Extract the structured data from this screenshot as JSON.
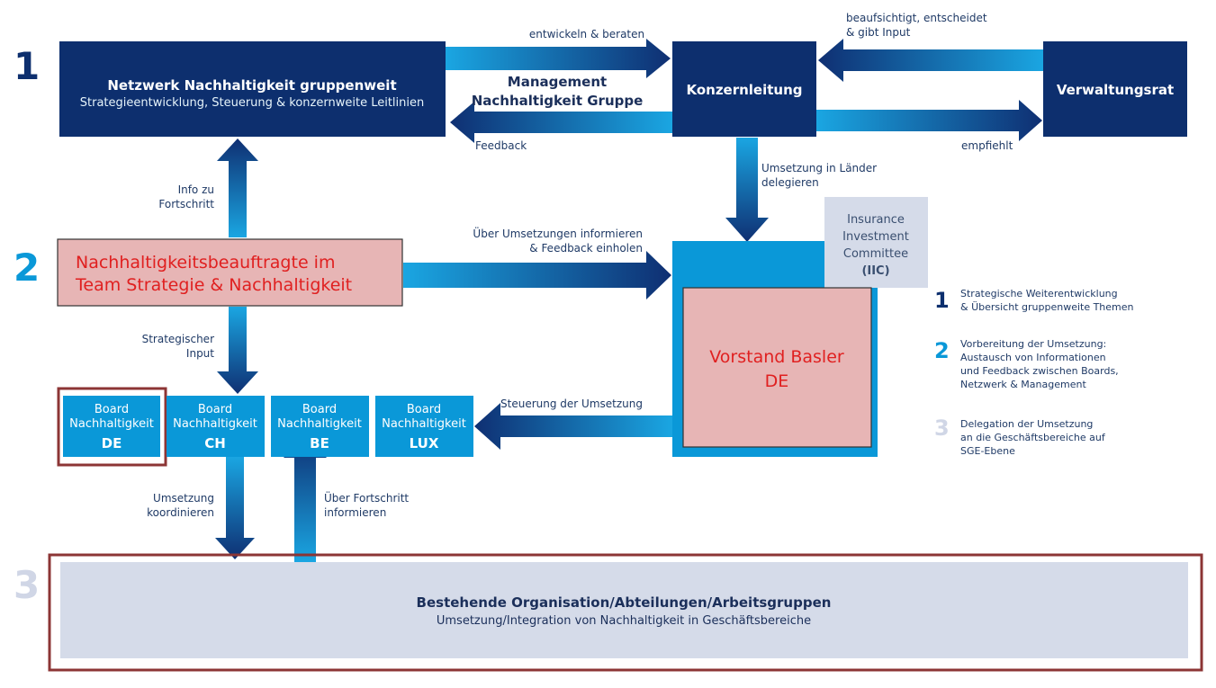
{
  "levels": {
    "l1": "1",
    "l2": "2",
    "l3": "3"
  },
  "colors": {
    "dark": "#0d2f6e",
    "light": "#0a98d8",
    "pale": "#d5dbe9",
    "pink": "#e7b5b5",
    "highlight_border": "#8c3535",
    "red_text": "#e02020"
  },
  "netzwerk": {
    "title": "Netzwerk Nachhaltigkeit gruppenweit",
    "subtitle": "Strategieentwicklung, Steuerung & konzernweite Leitlinien"
  },
  "management": {
    "line1": "Management",
    "line2": "Nachhaltigkeit Gruppe"
  },
  "konzernleitung": {
    "label": "Konzernleitung"
  },
  "verwaltungsrat": {
    "label": "Verwaltungsrat"
  },
  "arrow_labels": {
    "entwickeln": "entwickeln & beraten",
    "feedback": "Feedback",
    "beaufsichtigt1": "beaufsichtigt, entscheidet",
    "beaufsichtigt2": "& gibt Input",
    "empfiehlt": "empfiehlt",
    "umsetzung_laender1": "Umsetzung in Länder",
    "umsetzung_laender2": "delegieren",
    "info1": "Info zu",
    "info2": "Fortschritt",
    "ueber1": "Über Umsetzungen informieren",
    "ueber2": "& Feedback einholen",
    "strategischer1": "Strategischer",
    "strategischer2": "Input",
    "steuerung": "Steuerung der Umsetzung",
    "koord1": "Umsetzung",
    "koord2": "koordinieren",
    "fort1": "Über Fortschritt",
    "fort2": "informieren"
  },
  "beauftragte": {
    "line1": "Nachhaltigkeitsbeauftragte  im",
    "line2": "Team Strategie  & Nachhaltigkeit"
  },
  "iic": {
    "line1": "Insurance",
    "line2": "Investment",
    "line3": "Committee",
    "line4": "(IIC)"
  },
  "vorstand": {
    "line1": "Vorstand  Basler",
    "line2": "DE"
  },
  "boards": [
    {
      "line1": "Board",
      "line2": "Nachhaltigkeit",
      "code": "DE"
    },
    {
      "line1": "Board",
      "line2": "Nachhaltigkeit",
      "code": "CH"
    },
    {
      "line1": "Board",
      "line2": "Nachhaltigkeit",
      "code": "BE"
    },
    {
      "line1": "Board",
      "line2": "Nachhaltigkeit",
      "code": "LUX"
    }
  ],
  "bestehende": {
    "title": "Bestehende Organisation/Abteilungen/Arbeitsgruppen",
    "subtitle": "Umsetzung/Integration von Nachhaltigkeit in Geschäftsbereiche"
  },
  "legend": [
    {
      "num": "1",
      "lines": [
        "Strategische Weiterentwicklung",
        "& Übersicht gruppenweite Themen"
      ]
    },
    {
      "num": "2",
      "lines": [
        "Vorbereitung der Umsetzung:",
        "Austausch von Informationen",
        "und Feedback zwischen Boards,",
        "Netzwerk & Management"
      ]
    },
    {
      "num": "3",
      "lines": [
        "Delegation der Umsetzung",
        "an die Geschäftsbereiche auf",
        "SGE-Ebene"
      ]
    }
  ]
}
